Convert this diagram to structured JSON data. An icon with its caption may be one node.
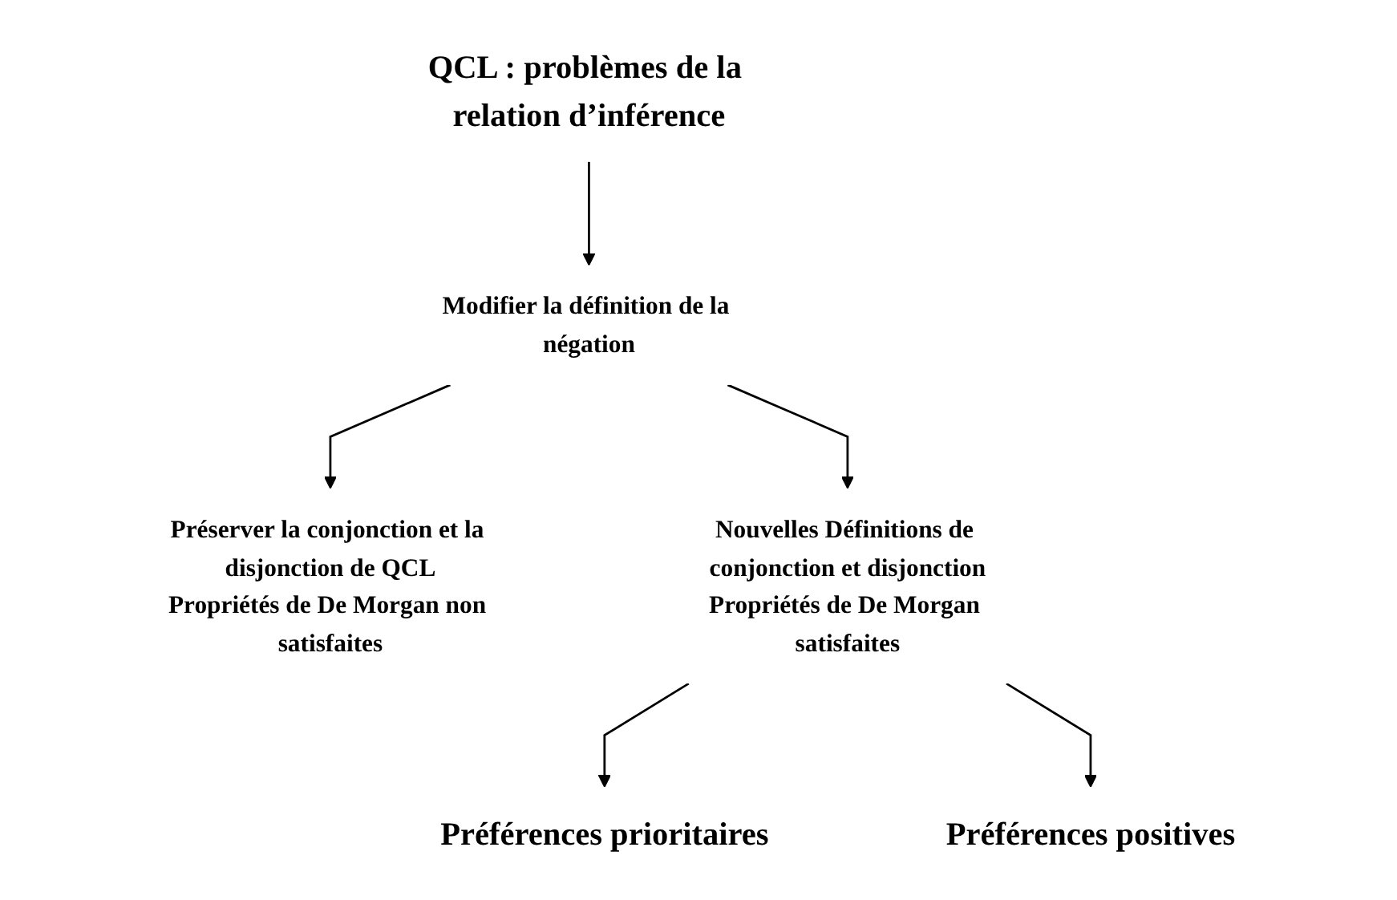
{
  "diagram": {
    "nodes": [
      {
        "text": [
          "QCL : problèmes de la relation d’inférence"
        ]
      },
      {
        "text": [
          "Modifier la définition de la négation"
        ]
      },
      {
        "text": [
          "Préserver la conjonction et la disjonction de QCL",
          "Propriétés de De Morgan non satisfaites"
        ]
      },
      {
        "text": [
          "Nouvelles Définitions de conjonction et disjonction",
          "Propriétés de De Morgan satisfaites"
        ]
      },
      {
        "text": [
          "Préférences prioritaires"
        ]
      },
      {
        "text": [
          "Préférences positives"
        ]
      }
    ],
    "edges": [
      {
        "from": 0,
        "to": 1,
        "arrow": "to"
      },
      {
        "from": 1,
        "to": 2,
        "arrow": "to"
      },
      {
        "from": 1,
        "to": 3,
        "arrow": "to"
      },
      {
        "from": 3,
        "to": 4,
        "arrow": "to"
      },
      {
        "from": 3,
        "to": 5,
        "arrow": "to"
      }
    ]
  }
}
